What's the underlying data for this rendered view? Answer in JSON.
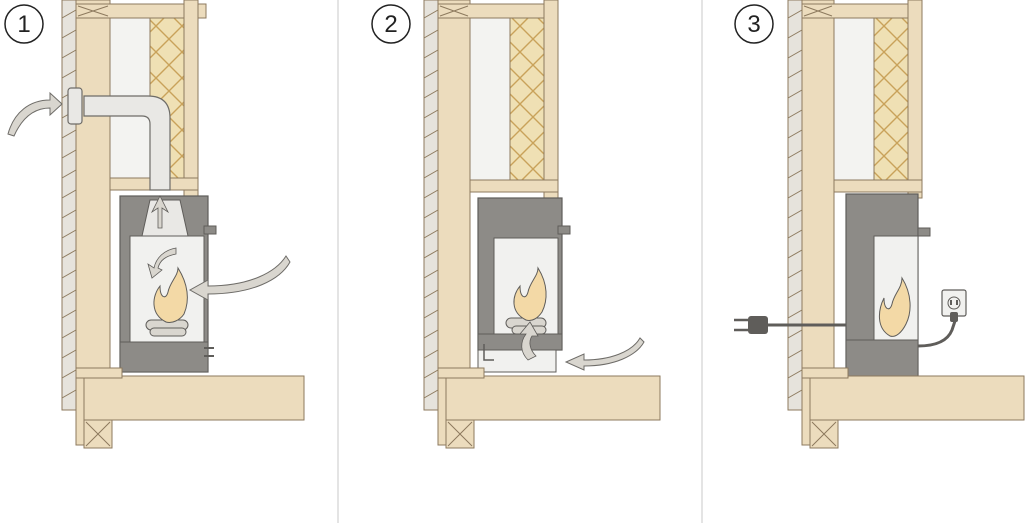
{
  "panels": [
    {
      "number": "1"
    },
    {
      "number": "2"
    },
    {
      "number": "3"
    }
  ],
  "colors": {
    "wood": "#ecdcbd",
    "wood_edge": "#8d7a5e",
    "siding": "#e6e3dc",
    "insulation": "#efe0b4",
    "steel": "#8d8b87",
    "steel_dark": "#5f5d5a",
    "glass": "#f1f1ef",
    "flame": "#f3d9a6",
    "arrow": "#d9d6cf",
    "duct": "#e9e8e5",
    "divider": "#c9c9c9"
  },
  "icons": [
    "vent-hood-icon",
    "flame-icon",
    "airflow-arrow-icon",
    "power-plug-icon",
    "wall-outlet-icon"
  ]
}
